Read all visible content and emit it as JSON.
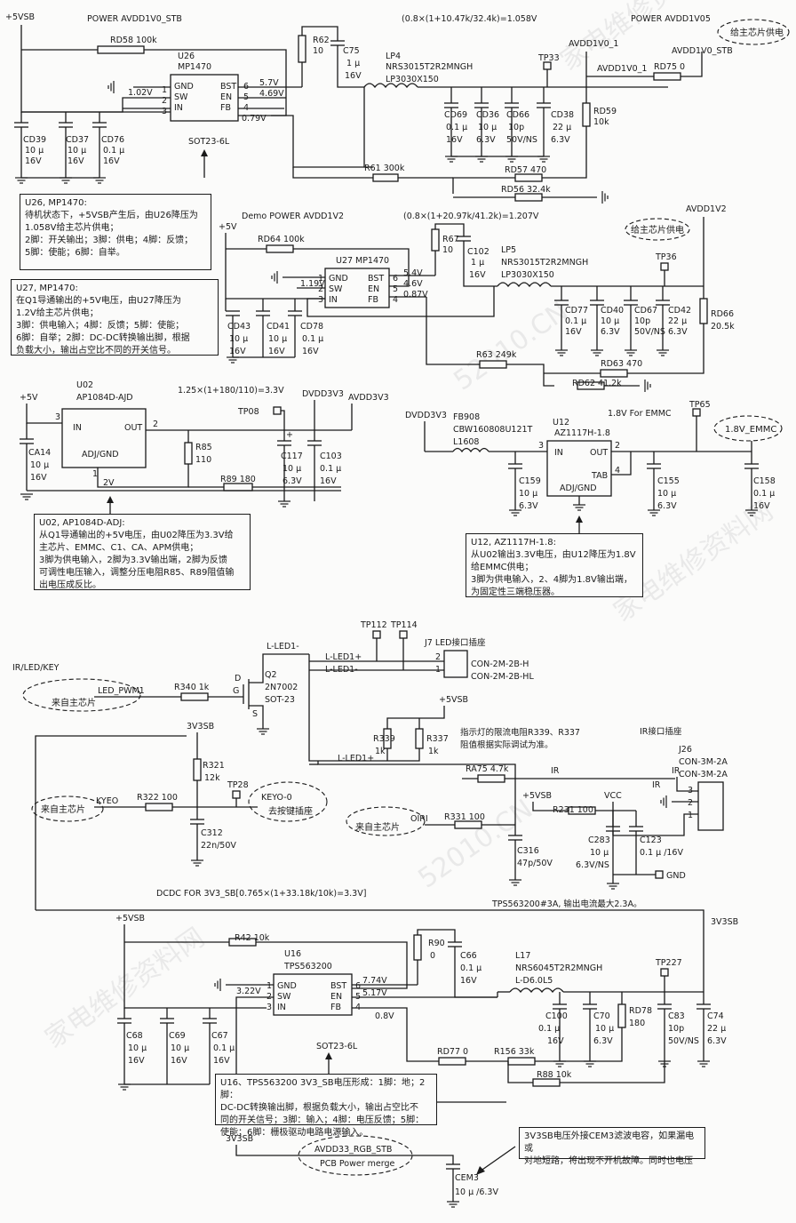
{
  "watermarks": [
    "家电维修资料网",
    "52010.CN",
    "家电维修资料网",
    "52010.CN",
    "家电维修资料网"
  ],
  "section1": {
    "title": "POWER AVDD1V0_STB",
    "rail_in": "+5VSB",
    "formula": "(0.8×(1+10.47k/32.4k)=1.058V",
    "right_title": "POWER AVDD1V05",
    "ic": {
      "ref": "U26",
      "part": "MP1470",
      "pins_left": [
        "GND",
        "SW",
        "IN"
      ],
      "pins_right": [
        "BST",
        "EN",
        "FB"
      ],
      "pin_nums_left": [
        "1",
        "2",
        "3"
      ],
      "pin_nums_right": [
        "6",
        "5",
        "4"
      ],
      "package": "SOT23-6L"
    },
    "voltages": {
      "sw": "1.02V",
      "bst": "5.7V",
      "en": "4.69V",
      "fb": "0.79V"
    },
    "rd58": "RD58  100k",
    "r62": [
      "R62",
      "10"
    ],
    "c75": [
      "C75",
      "1 μ",
      "16V"
    ],
    "lp4": [
      "LP4",
      "NRS3015T2R2MNGH",
      "LP3030X150"
    ],
    "tp": "TP33",
    "net_out": "AVDD1V0_1",
    "net_out2": "AVDD1V0_1",
    "rd75": "RD75  0",
    "net_stb": "AVDD1V0_STB",
    "oval_text": "给主芯片供电",
    "rd59": [
      "RD59",
      "10k"
    ],
    "caps_in": [
      {
        "ref": "CD39",
        "val": "10 μ",
        "v": "16V"
      },
      {
        "ref": "CD37",
        "val": "10 μ",
        "v": "16V"
      },
      {
        "ref": "CD76",
        "val": "0.1 μ",
        "v": "16V"
      }
    ],
    "caps_out": [
      {
        "ref": "CD69",
        "val": "0.1 μ",
        "v": "16V"
      },
      {
        "ref": "CD36",
        "val": "10 μ",
        "v": "6.3V"
      },
      {
        "ref": "CD66",
        "val": "10p",
        "v": "50V/NS"
      },
      {
        "ref": "CD38",
        "val": "22 μ",
        "v": "6.3V"
      }
    ],
    "r61": "R61  300k",
    "rd57": "RD57  470",
    "rd56": "RD56  32.4k"
  },
  "note_u26": "U26, MP1470:\n待机状态下，+5VSB产生后，由U26降压为\n1.058V给主芯片供电；\n2脚：开关输出；3脚：供电；4脚：反馈；\n5脚：使能；6脚：自举。",
  "section2": {
    "title": "Demo POWER AVDD1V2",
    "rail_in": "+5V",
    "formula": "(0.8×(1+20.97k/41.2k)=1.207V",
    "ic": {
      "ref": "U27",
      "part": "MP1470",
      "pins_left": [
        "GND",
        "SW",
        "IN"
      ],
      "pins_right": [
        "BST",
        "EN",
        "FB"
      ],
      "pin_nums_left": [
        "1",
        "2",
        "3"
      ],
      "pin_nums_right": [
        "6",
        "5",
        "4"
      ]
    },
    "voltages": {
      "sw": "1.19V",
      "bst": "5.4V",
      "en": "4.6V",
      "fb": "0.87V"
    },
    "rd64": "RD64  100k",
    "r67": [
      "R67",
      "10"
    ],
    "c102": [
      "C102",
      "1 μ",
      "16V"
    ],
    "lp5": [
      "LP5",
      "NRS3015T2R2MNGH",
      "LP3030X150"
    ],
    "tp": "TP36",
    "net_out": "AVDD1V2",
    "oval_text": "给主芯片供电",
    "rd66": [
      "RD66",
      "20.5k"
    ],
    "caps_in": [
      {
        "ref": "CD43",
        "val": "10 μ",
        "v": "16V"
      },
      {
        "ref": "CD41",
        "val": "10 μ",
        "v": "16V"
      },
      {
        "ref": "CD78",
        "val": "0.1 μ",
        "v": "16V"
      }
    ],
    "caps_out": [
      {
        "ref": "CD77",
        "val": "0.1 μ",
        "v": "16V"
      },
      {
        "ref": "CD40",
        "val": "10 μ",
        "v": "6.3V"
      },
      {
        "ref": "CD67",
        "val": "10p",
        "v": "50V/NS"
      },
      {
        "ref": "CD42",
        "val": "22 μ",
        "v": "6.3V"
      }
    ],
    "r63": "R63  249k",
    "rd63": "RD63  470",
    "rd62": "RD62  41.2k"
  },
  "note_u27": "U27, MP1470:\n在Q1导通输出的+5V电压，由U27降压为\n1.2V给主芯片供电；\n3脚：供电输入；4脚：反馈；5脚：使能；\n6脚：自举；2脚：DC-DC转换输出脚，根据\n负载大小，输出占空比不同的开关信号。",
  "section3": {
    "rail_in": "+5V",
    "ic": {
      "ref": "U02",
      "part": "AP1084D-AJD",
      "pin_in": "IN",
      "pin_out": "OUT",
      "pin_adj": "ADJ/GND",
      "n_in": "3",
      "n_out": "2",
      "n_adj": "1"
    },
    "formula": "1.25×(1+180/110)=3.3V",
    "net1": "DVDD3V3",
    "net2": "AVDD3V3",
    "tp": "TP08",
    "ca14": [
      "CA14",
      "10 μ",
      "16V"
    ],
    "r85": [
      "R85",
      "110"
    ],
    "r89": "R89  180",
    "adj_v": "2V",
    "c117": [
      "C117",
      "10 μ",
      "6.3V"
    ],
    "c103": [
      "C103",
      "0.1 μ",
      "16V"
    ]
  },
  "note_u02": "U02, AP1084D-ADJ:\n从Q1导通输出的+5V电压，由U02降压为3.3V给\n主芯片、EMMC、C1、CA、APM供电；\n3脚为供电输入，2脚为3.3V输出端，2脚为反馈\n可调性电压输入，调整分压电阻R85、R89阻值输\n出电压成反比。",
  "section4": {
    "net_in": "DVDD3V3",
    "fb": [
      "FB908",
      "CBW160808U121T",
      "L1608"
    ],
    "ic": {
      "ref": "U12",
      "part": "AZ1117H-1.8",
      "pin_in": "IN",
      "pin_out": "OUT",
      "pin_tab": "TAB",
      "pin_adj": "ADJ/GND",
      "n_in": "3",
      "n_out": "2",
      "n_tab": "4"
    },
    "title": "1.8V For EMMC",
    "tp": "TP65",
    "net_out": "1.8V_EMMC",
    "c159": [
      "C159",
      "10 μ",
      "6.3V"
    ],
    "c155": [
      "C155",
      "10 μ",
      "6.3V"
    ],
    "c158": [
      "C158",
      "0.1 μ",
      "16V"
    ]
  },
  "note_u12": "U12, AZ1117H-1.8:\n从U02输出3.3V电压，由U12降压为1.8V\n给EMMC供电；\n3脚为供电输入，2、4脚为1.8V输出端，\n为固定性三端稳压器。",
  "section5": {
    "label_group": "IR/LED/KEY",
    "oval_main1": "来自主芯片",
    "led_pwm": "LED_PWM1",
    "r340": "R340  1k",
    "q2": [
      "Q2",
      "2N7002",
      "SOT-23"
    ],
    "q2_pins": [
      "D",
      "G",
      "S"
    ],
    "net_led": "L-LED1-",
    "net_ledp": "L-LED1+",
    "net_ledm": "L-LED1-",
    "tp112": "TP112",
    "tp114": "TP114",
    "j7_title": "J7  LED接口插座",
    "j7_parts": [
      "CON-2M-2B-H",
      "CON-2M-2B-HL"
    ],
    "j7_pins": [
      "2",
      "1"
    ],
    "rail_5vsb": "+5VSB",
    "r339": [
      "R339",
      "1k"
    ],
    "r337": [
      "R337",
      "1k"
    ],
    "led_note": "指示灯的限流电阻R339、R337\n阻值根据实际调试为准。",
    "net_ledp2": "L-LED1+",
    "rail_3v3sb": "3V3SB",
    "r321": [
      "R321",
      "12k"
    ],
    "tp28": "TP28",
    "oval_main2": "来自主芯片",
    "keyo": "KYEO",
    "r322": "R322  100",
    "keyo_net": "KEYO-0",
    "oval_key": "去按键插座",
    "c312": [
      "C312",
      "22n/50V"
    ],
    "ir_title": "IR接口插座",
    "j26": [
      "J26",
      "CON-3M-2A",
      "CON-3M-2A"
    ],
    "j26_pins": [
      "3",
      "2",
      "1"
    ],
    "ir": "IR",
    "ra75": "RA75  4.7k",
    "ir2": "IR",
    "ir3": "IR",
    "oval_main3": "来自主芯片",
    "oiri": "OIRI",
    "r331": "R331  100",
    "c316": [
      "C316",
      "47p/50V"
    ],
    "rail_5vsb2": "+5VSB",
    "r231": "R231  100",
    "vcc": "VCC",
    "c283": [
      "C283",
      "10 μ",
      "6.3V/NS"
    ],
    "c123": [
      "C123",
      "0.1 μ /16V"
    ],
    "gnd": "GND"
  },
  "section6": {
    "formula": "DCDC FOR 3V3_SB[0.765×(1+33.18k/10k)=3.3V]",
    "rail_in": "+5VSB",
    "note_tps": "TPS563200#3A, 输出电流最大2.3A。",
    "rail_out": "3V3SB",
    "r42": "R42  10k",
    "ic": {
      "ref": "U16",
      "part": "TPS563200",
      "pins_left": [
        "GND",
        "SW",
        "IN"
      ],
      "pins_right": [
        "BST",
        "EN",
        "FB"
      ],
      "pin_nums_left": [
        "1",
        "2",
        "3"
      ],
      "pin_nums_right": [
        "6",
        "5",
        "4"
      ],
      "package": "SOT23-6L"
    },
    "voltages": {
      "sw": "3.22V",
      "bst": "7.74V",
      "en": "5.17V",
      "fb": "0.8V"
    },
    "r90": [
      "R90",
      "0"
    ],
    "c66": [
      "C66",
      "0.1 μ",
      "16V"
    ],
    "l17": [
      "L17",
      "NRS6045T2R2MNGH",
      "L-D6.0L5"
    ],
    "tp": "TP227",
    "caps_in": [
      {
        "ref": "C68",
        "val": "10 μ",
        "v": "16V"
      },
      {
        "ref": "C69",
        "val": "10 μ",
        "v": "16V"
      },
      {
        "ref": "C67",
        "val": "0.1 μ",
        "v": "16V"
      }
    ],
    "caps_out": [
      {
        "ref": "C100",
        "val": "0.1 μ",
        "v": "16V"
      },
      {
        "ref": "C70",
        "val": "10 μ",
        "v": "6.3V"
      },
      {
        "ref": "C83",
        "val": "10p",
        "v": "50V/NS"
      },
      {
        "ref": "C74",
        "val": "22 μ",
        "v": "6.3V"
      }
    ],
    "rd78": [
      "RD78",
      "180"
    ],
    "rd77": "RD77  0",
    "r156": "R156  33k",
    "r88": "R88  10k"
  },
  "note_u16": "U16、TPS563200 3V3_SB电压形成：1脚：地；2脚：\nDC-DC转换输出脚，根据负载大小，输出占空比不\n同的开关信号；3脚：输入；4脚：电压反馈；5脚：\n使能；6脚：栅极驱动电路电源输入。",
  "section7": {
    "rail": "3V3SB",
    "oval": "AVDD33_RGB_STB",
    "pcb": "PCB Power merge",
    "cem3": [
      "CEM3",
      "10 μ /6.3V"
    ]
  },
  "note_cem3": "3V3SB电压外接CEM3滤波电容，如果漏电或\n对地短路，将出现不开机故障。同时也电压"
}
